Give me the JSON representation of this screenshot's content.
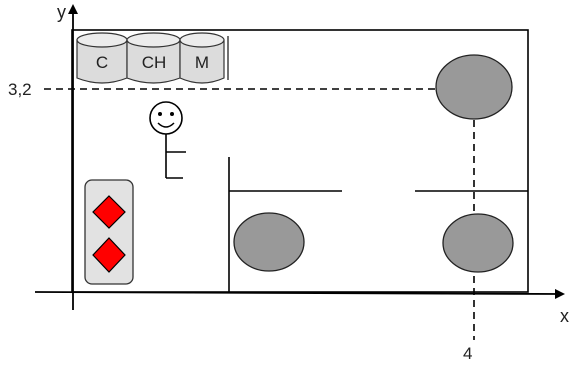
{
  "axes": {
    "x_label": "x",
    "y_label": "y",
    "y_marker": "3,2",
    "x_marker": "4"
  },
  "containers": [
    {
      "label": "C"
    },
    {
      "label": "CH"
    },
    {
      "label": "M"
    }
  ],
  "colors": {
    "table_fill": "#999999",
    "card_symbol": "#ff0000",
    "card_fill": "#e2e2e2"
  },
  "card": {
    "suit": "diamonds",
    "symbols": 2
  }
}
